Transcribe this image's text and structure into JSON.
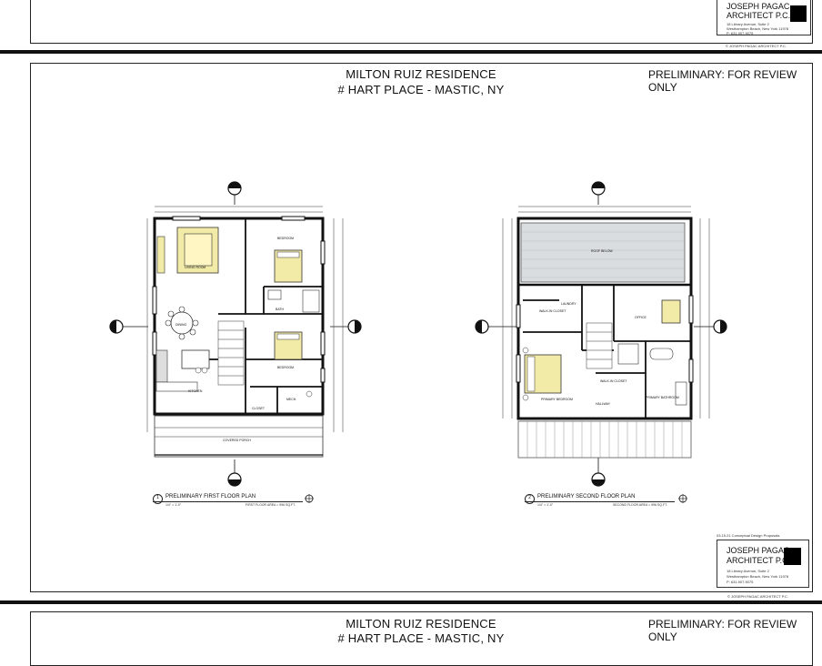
{
  "top_sheet": {
    "firm_name_line1": "JOSEPH PAGAC",
    "firm_name_line2": "ARCHITECT P.C.",
    "address1": "18 Library Avenue, Suite 2",
    "address2": "Westhampton Beach, New York 11978",
    "phone": "P: 631.907.9075",
    "copyright": "© JOSEPH PAGAC ARCHITECT P.C."
  },
  "main_sheet": {
    "project_title": "MILTON RUIZ RESIDENCE",
    "project_address": "# HART PLACE - MASTIC, NY",
    "review_note": "PRELIMINARY: FOR REVIEW ONLY",
    "issue_note": "03.15.21  Conceptual Design Proposals",
    "copyright": "© JOSEPH PAGAC ARCHITECT P.C.",
    "title_block": {
      "firm_name_line1": "JOSEPH PAGAC",
      "firm_name_line2": "ARCHITECT P.C.",
      "address1": "18 Library Avenue, Suite 2",
      "address2": "Westhampton Beach, New York 11978",
      "phone": "P: 631.907.9075"
    },
    "first_floor": {
      "drawing_number": "1",
      "sheet_ref": "A-101",
      "title": "PRELIMINARY FIRST FLOOR PLAN",
      "scale": "1/4\" = 1'-0\"",
      "area": "FIRST FLOOR AREA = 996 SQ.FT.",
      "rooms": {
        "living": "LIVING ROOM",
        "dining": "DINING",
        "kitchen": "KITCHEN",
        "bedroom_1": "BEDROOM",
        "bedroom_2": "BEDROOM",
        "bath": "BATH",
        "closet": "CLOSET",
        "mech": "MECH.",
        "porch": "COVERED PORCH"
      }
    },
    "second_floor": {
      "drawing_number": "2",
      "sheet_ref": "A-101",
      "title": "PRELIMINARY SECOND FLOOR PLAN",
      "scale": "1/4\" = 1'-0\"",
      "area": "SECOND FLOOR AREA = 996 SQ.FT.",
      "rooms": {
        "roof": "ROOF BELOW",
        "office": "OFFICE",
        "primary_bedroom": "PRIMARY BEDROOM",
        "primary_bath": "PRIMARY BATHROOM",
        "walk_in_1": "WALK-IN CLOSET",
        "walk_in_2": "WALK-IN CLOSET",
        "hallway": "HALLWAY",
        "laundry": "LAUNDRY"
      }
    }
  },
  "bottom_sheet": {
    "project_title": "MILTON RUIZ RESIDENCE",
    "project_address": "# HART PLACE - MASTIC, NY",
    "review_note": "PRELIMINARY: FOR REVIEW ONLY"
  }
}
